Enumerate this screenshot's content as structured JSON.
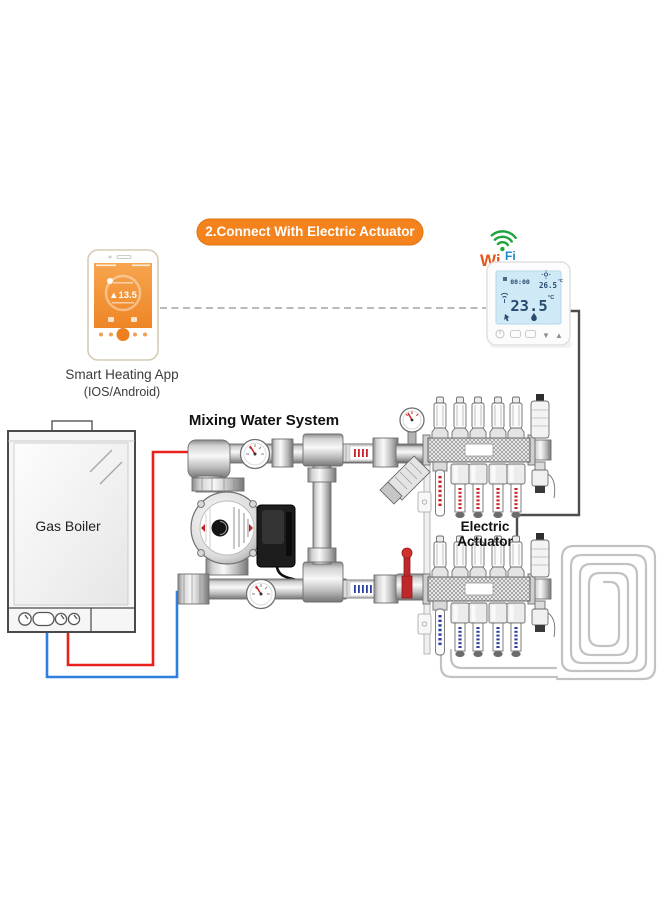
{
  "banner": {
    "label": "2.Connect With Electric Actuator"
  },
  "wifi_logo": {
    "wi": "Wi",
    "fi": "Fi"
  },
  "phone": {
    "temp_display": "▲13.5",
    "caption_line1": "Smart Heating App",
    "caption_line2": "(IOS/Android)"
  },
  "thermostat": {
    "time": "08:00",
    "set_temp": "26.5",
    "set_unit": "°C",
    "room_temp": "23.5",
    "room_unit": "°C",
    "btn_down": "▼",
    "btn_up": "▲"
  },
  "boiler": {
    "label": "Gas Boiler"
  },
  "mixing_system": {
    "label": "Mixing Water System"
  },
  "electric_actuator": {
    "line1": "Electric",
    "line2": "Actuator"
  },
  "icons": {
    "wifi": "wifi-arcs",
    "water_drop": "water-drop",
    "touch_hand": "touch-hand",
    "power": "power-circle",
    "antenna": "wifi-signal",
    "sun": "sun"
  },
  "colors": {
    "accent": "#f5831d",
    "banner_text": "#ffffff",
    "pipe_hot": "#e8211d",
    "pipe_cold": "#2f7fe0",
    "wire": "#4d4d4d",
    "wifi_wi": "#e8551c",
    "wifi_fi": "#1f86c8",
    "wifi_green": "#1fa43b",
    "lcd_bg": "#cfe9f7",
    "lcd_digit": "#274a6d",
    "app_orange": "#ee8a2b",
    "manifold_hot_marks": "#c8242a",
    "manifold_cold_marks": "#2b3f9f"
  }
}
